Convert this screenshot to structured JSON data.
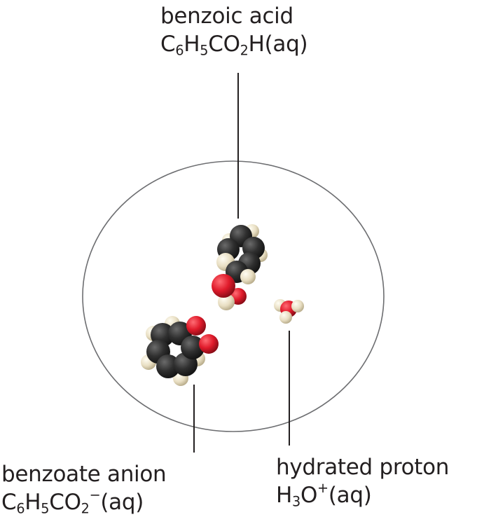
{
  "labels": {
    "benzoic_acid": {
      "name": "benzoic acid",
      "formula": {
        "p1": "C",
        "s1": "6",
        "p2": "H",
        "s2": "5",
        "p3": "CO",
        "s3": "2",
        "p4": "H(aq)"
      }
    },
    "benzoate_anion": {
      "name": "benzoate anion",
      "formula": {
        "p1": "C",
        "s1": "6",
        "p2": "H",
        "s2": "5",
        "p3": "CO",
        "s3": "2",
        "charge": "−",
        "p4": "(aq)"
      }
    },
    "hydrated_proton": {
      "name": "hydrated proton",
      "formula": {
        "p1": "H",
        "s1": "3",
        "p2": "O",
        "charge": "+",
        "p3": "(aq)"
      }
    }
  },
  "colors": {
    "carbon": "#2e2e2e",
    "hydrogen": "#ece3c8",
    "oxygen": "#e01b2b",
    "outline": "#6d6e71",
    "leader": "#231f20",
    "text": "#231f20"
  }
}
